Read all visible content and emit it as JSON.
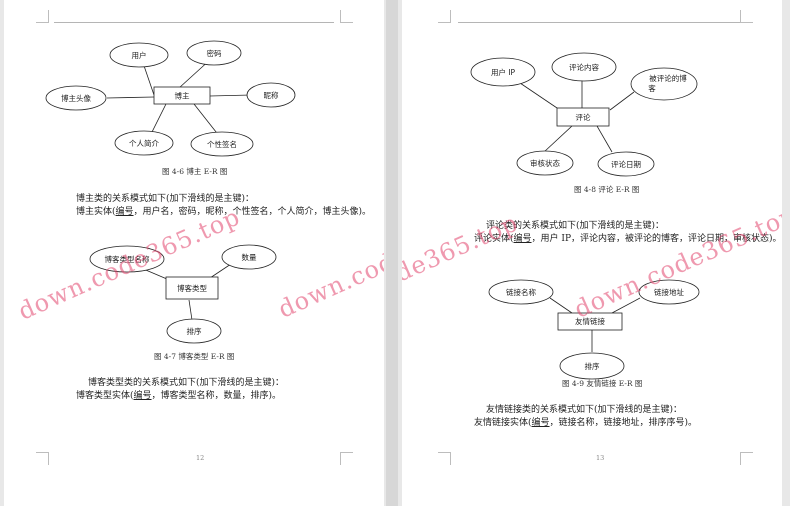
{
  "left_page": {
    "er_blogger": {
      "entity": "博主",
      "attributes": [
        "用户",
        "密码",
        "昵称",
        "博主头像",
        "个人简介",
        "个性签名"
      ]
    },
    "caption_blogger": "图 4-6 博主 E-R 图",
    "text1_intro": "博主类的关系模式如下(加下滑线的是主键)：",
    "text1_prefix": "博主实体(",
    "text1_key": "编号",
    "text1_rest": "，用户名，密码，昵称，个性签名，个人简介，博主头像)。",
    "er_blogtype": {
      "entity": "博客类型",
      "attributes": [
        "博客类型名称",
        "数量",
        "排序"
      ]
    },
    "caption_blogtype": "图 4-7 博客类型 E-R 图",
    "text2_intro": "博客类型类的关系模式如下(加下滑线的是主键)：",
    "text2_prefix": "博客类型实体(",
    "text2_key": "编号",
    "text2_rest": "，博客类型名称，数量，排序)。",
    "page_number": "12"
  },
  "right_page": {
    "er_comment": {
      "entity": "评论",
      "attributes": [
        "用户 IP",
        "评论内容",
        "被评论的博客",
        "审核状态",
        "评论日期"
      ]
    },
    "caption_comment": "图 4-8 评论 E-R 图",
    "text1_intro": "评论类的关系模式如下(加下滑线的是主键)：",
    "text1_prefix": "评论实体(",
    "text1_key": "编号",
    "text1_rest": "，用户 IP，评论内容，被评论的博客，评论日期，审核状态)。",
    "er_link": {
      "entity": "友情链接",
      "attributes": [
        "链接名称",
        "链接地址",
        "排序"
      ]
    },
    "caption_link": "图 4-9 友情链接 E-R 图",
    "text2_intro": "友情链接类的关系模式如下(加下滑线的是主键)：",
    "text2_prefix": "友情链接实体(",
    "text2_key": "编号",
    "text2_rest": "，链接名称，链接地址，排序序号)。",
    "page_number": "13"
  },
  "watermark": "down.code365.top"
}
